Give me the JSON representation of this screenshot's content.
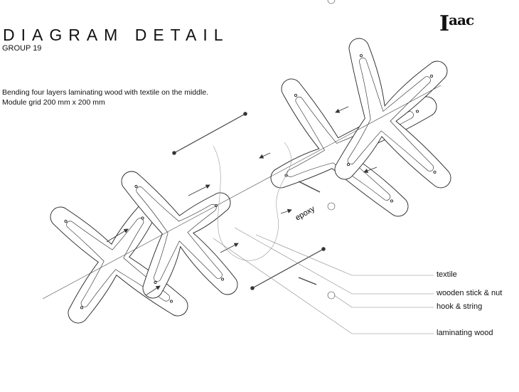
{
  "header": {
    "title": "DIAGRAM DETAIL",
    "subtitle": "GROUP 19",
    "logo": "Iaac"
  },
  "description": {
    "line1": "Bending four layers laminating wood with textile on the middle.",
    "line2": "Module grid 200 mm x 200 mm"
  },
  "annotations": {
    "epoxy": "epoxy"
  },
  "legend": [
    {
      "label": "textile"
    },
    {
      "label": "wooden stick & nut"
    },
    {
      "label": "hook & string"
    },
    {
      "label": "laminating wood"
    }
  ]
}
